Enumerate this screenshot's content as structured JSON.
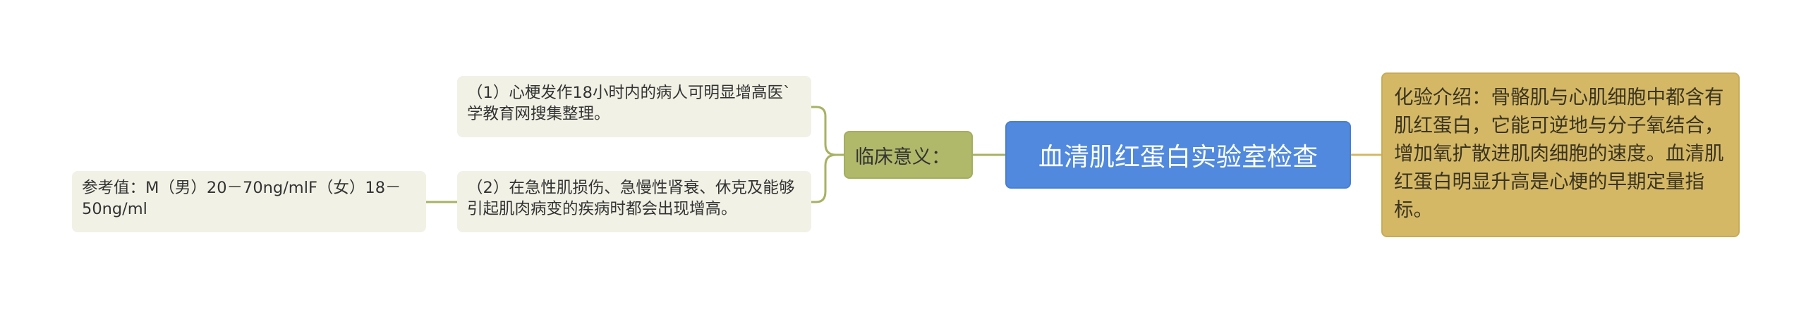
{
  "central_topic": "血清肌红蛋白实验室检查",
  "intro": {
    "text": "化验介绍：骨骼肌与心肌细胞中都含有肌红蛋白，它能可逆地与分子氧结合，增加氧扩散进肌肉细胞的速度。血清肌红蛋白明显升高是心梗的早期定量指标。"
  },
  "clinical_significance": {
    "label": "临床意义：",
    "items": [
      {
        "text": "（1）心梗发作18小时内的病人可明显增高医`学教育网搜集整理。"
      },
      {
        "text": "（2）在急性肌损伤、急慢性肾衰、休克及能够引起肌肉病变的疾病时都会出现增高。"
      }
    ]
  },
  "reference": {
    "text": "参考值：M（男）20－70ng/mlF（女）18－50ng/ml"
  },
  "colors": {
    "root": "#5089de",
    "intro": "#d4b866",
    "branch": "#b0b86a",
    "leaf": "#f1f1e5",
    "connector_right": "#d4b866",
    "connector_left": "#a9b163"
  }
}
